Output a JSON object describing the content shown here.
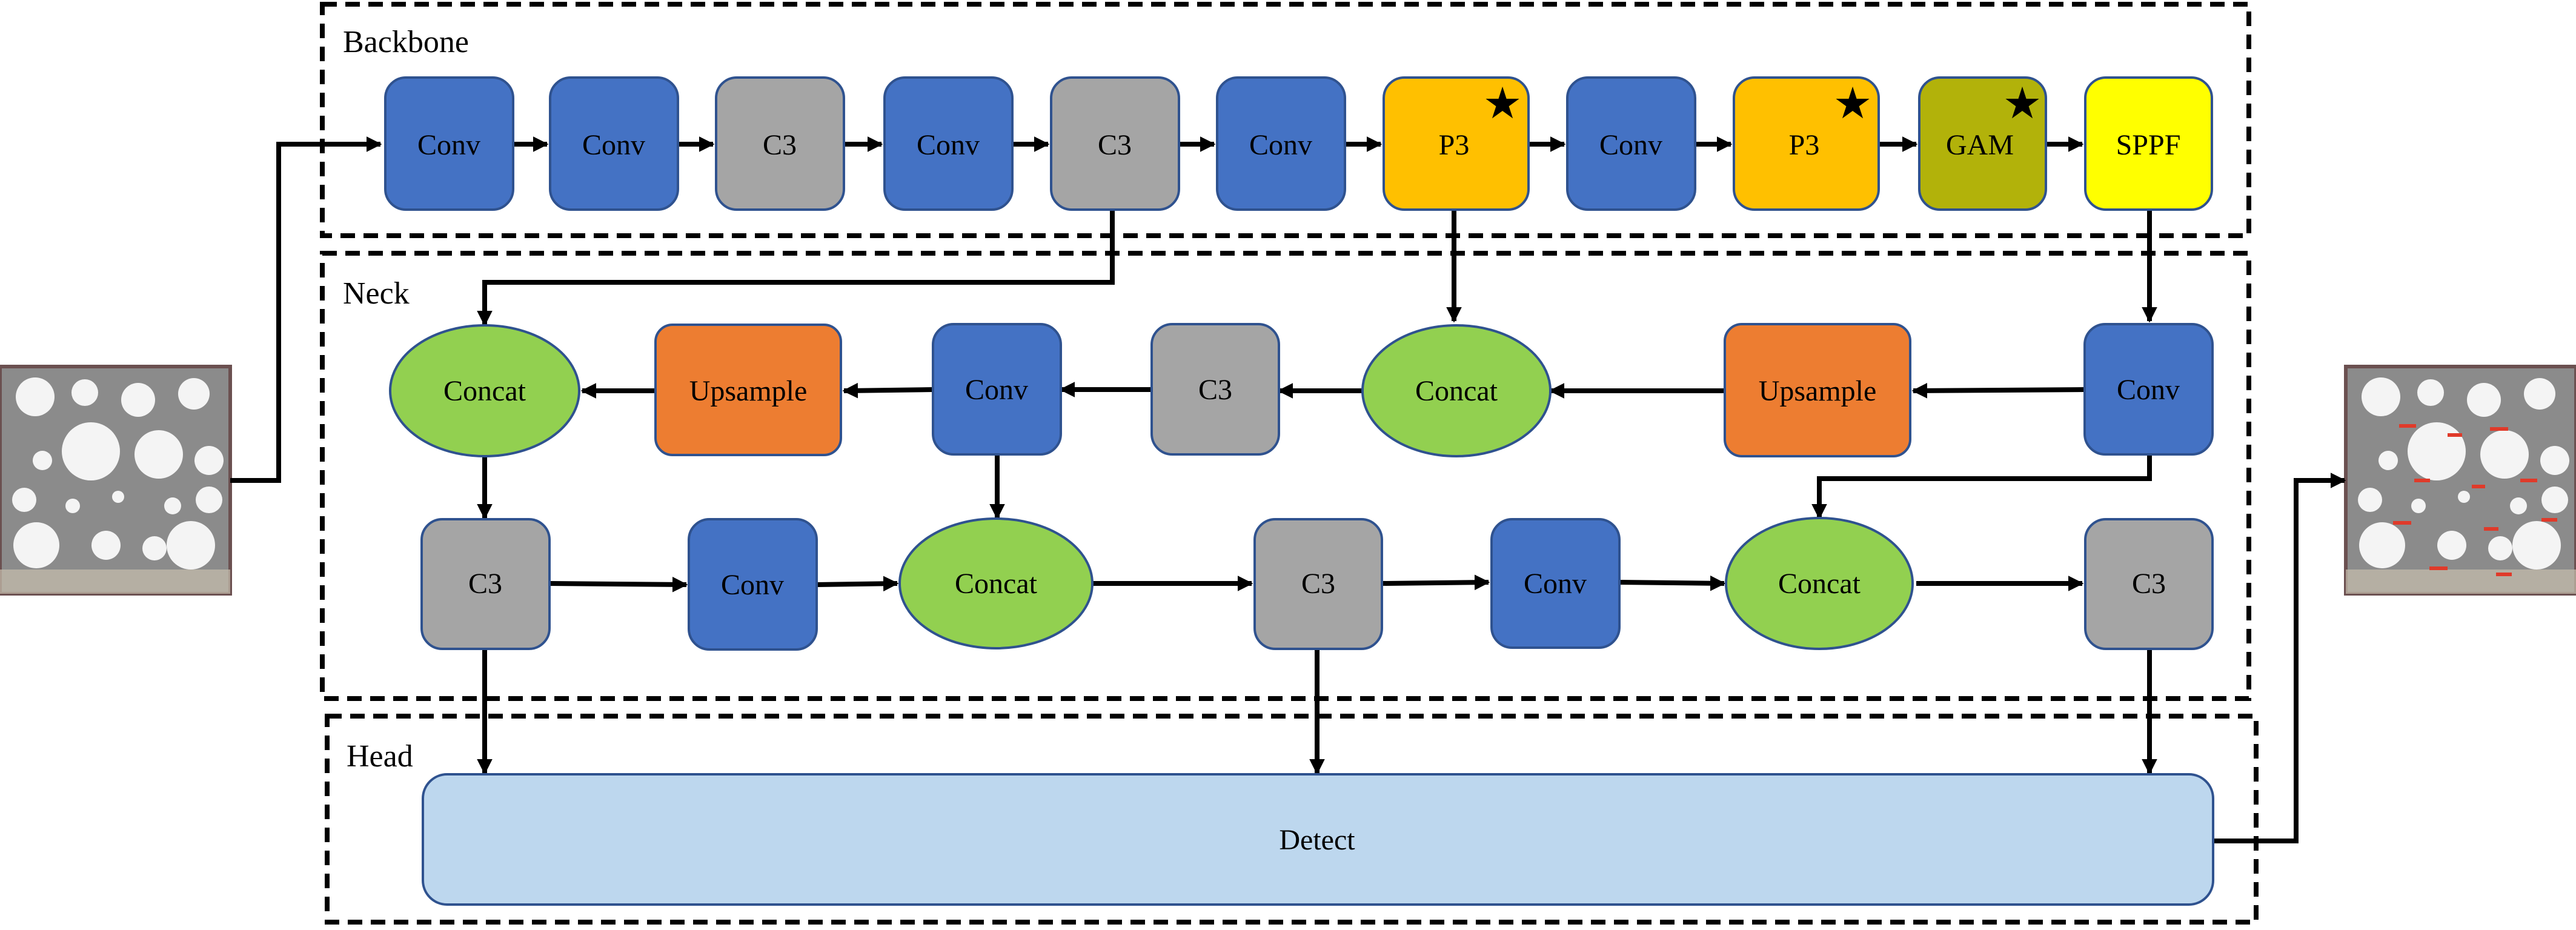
{
  "colors": {
    "conv": "#4472c4",
    "c3": "#a5a5a5",
    "p3": "#ffc000",
    "gam": "#b2b20a",
    "sppf": "#ffff00",
    "upsample": "#ed7d31",
    "concat": "#92d050",
    "detect": "#bdd7ee",
    "border": "#2f528f"
  },
  "sections": {
    "backbone": "Backbone",
    "neck": "Neck",
    "head": "Head"
  },
  "backbone": {
    "nodes": [
      "Conv",
      "Conv",
      "C3",
      "Conv",
      "C3",
      "Conv",
      "P3",
      "Conv",
      "P3",
      "GAM",
      "SPPF"
    ],
    "star_icon": "black-star-icon"
  },
  "neck": {
    "row1": [
      "Concat",
      "Upsample",
      "Conv",
      "C3",
      "Concat",
      "Upsample",
      "Conv"
    ],
    "row2": [
      "C3",
      "Conv",
      "Concat",
      "C3",
      "Conv",
      "Concat",
      "C3"
    ]
  },
  "head": {
    "detect": "Detect"
  }
}
